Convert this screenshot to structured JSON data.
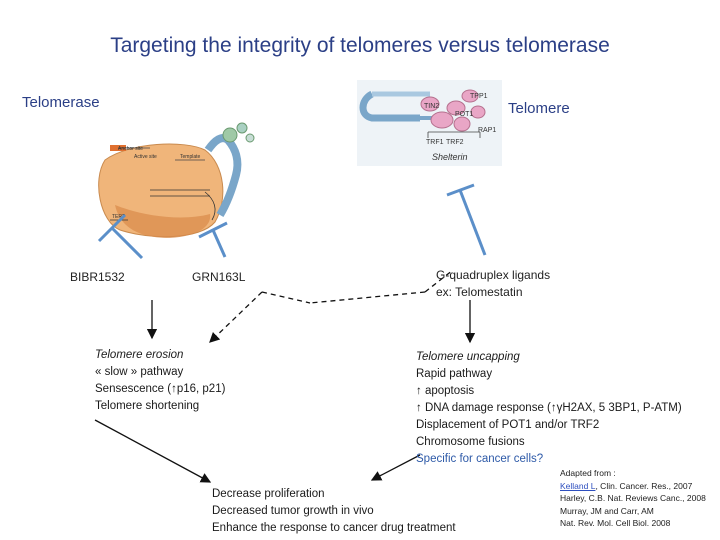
{
  "title": "Targeting the integrity of telomeres versus telomerase",
  "headings": {
    "telomerase": "Telomerase",
    "telomere": "Telomere"
  },
  "telomere_figure": {
    "labels": [
      "TPP1",
      "TIN2",
      "POT1",
      "RAP1",
      "TRF1",
      "TRF2"
    ],
    "caption": "Shelterin"
  },
  "telomerase_figure": {
    "labels": [
      "Anchor site",
      "Active site",
      "Template",
      "TERT"
    ]
  },
  "inhibitors": {
    "bibr": "BIBR1532",
    "grn": "GRN163L",
    "gquad_line1": "G-quadruplex ligands",
    "gquad_line2": "ex: Telomestatin"
  },
  "left_effects": {
    "line1": "Telomere erosion",
    "line2": "« slow » pathway",
    "line3": "Sensescence (↑p16, p21)",
    "line4": "Telomere shortening"
  },
  "right_effects": {
    "line1": "Telomere uncapping",
    "line2": "Rapid pathway",
    "line3": "↑ apoptosis",
    "line4": "↑ DNA damage response (↑γH2AX, 5 3BP1, P-ATM)",
    "line5": "Displacement of POT1 and/or TRF2",
    "line6": "Chromosome fusions",
    "line7": "Specific for cancer cells?"
  },
  "outcome": {
    "line1": "Decrease proliferation",
    "line2": "Decreased tumor growth in vivo",
    "line3": "Enhance the response to cancer drug treatment"
  },
  "references": {
    "line1": "Adapted from :",
    "line2_link": "Kelland L",
    "line2_rest": ", Clin. Cancer. Res., 2007",
    "line3": "Harley, C.B. Nat. Reviews Canc., 2008",
    "line4": "Murray, JM and Carr, AM",
    "line5": "Nat. Rev. Mol. Cell Biol. 2008"
  },
  "colors": {
    "title": "#2b3f86",
    "inhibitor_line": "#5b8fc9",
    "arrow": "#111111",
    "telomerase_body": "#f0b57a",
    "shelterin_protein": "#e9a6c6"
  }
}
